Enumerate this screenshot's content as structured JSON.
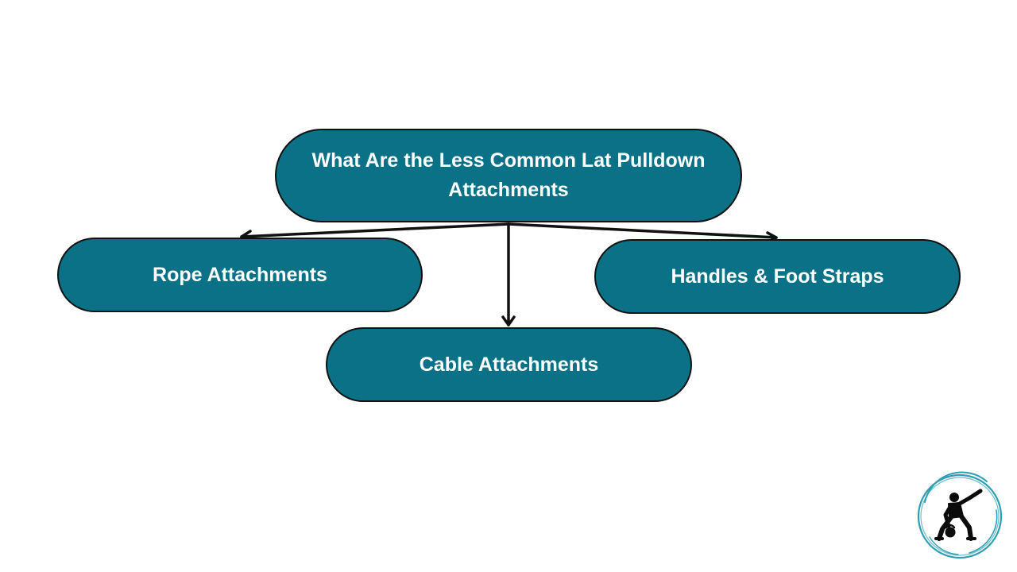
{
  "diagram": {
    "root": {
      "label": "What Are the Less Common Lat Pulldown Attachments"
    },
    "children": [
      {
        "id": "rope",
        "label": "Rope Attachments"
      },
      {
        "id": "cable",
        "label": "Cable Attachments"
      },
      {
        "id": "handles",
        "label": "Handles & Foot Straps"
      }
    ]
  },
  "colors": {
    "node_fill": "#0a7186",
    "node_border": "#111111",
    "node_text": "#ffffff",
    "connector": "#111111",
    "logo_ring": "#2e9fb3",
    "logo_figure": "#0b0b0b"
  },
  "logo": {
    "icon": "athlete-kettlebell-logo-icon"
  }
}
